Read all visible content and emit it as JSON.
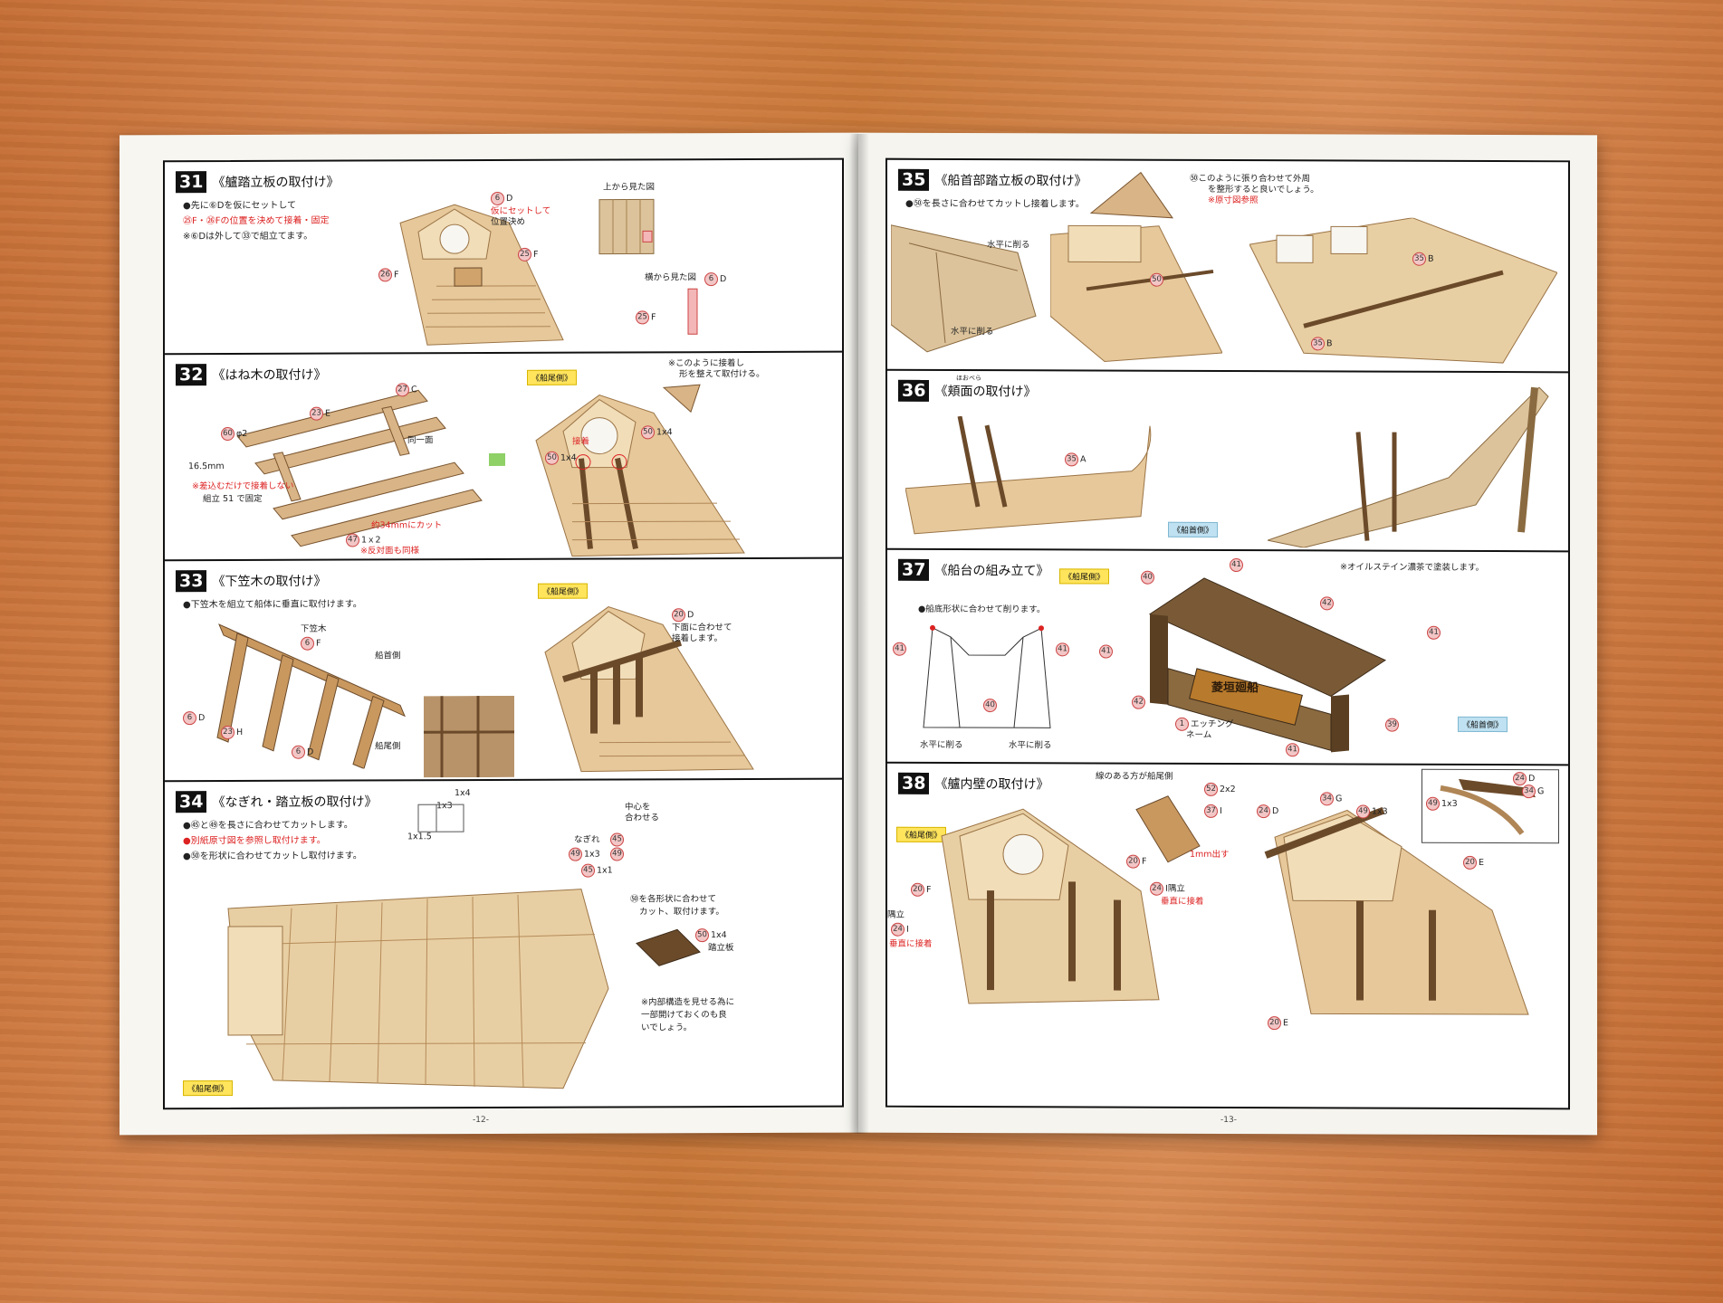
{
  "left_page": {
    "page_number": "-12-",
    "s31": {
      "num": "31",
      "title": "《艫踏立板の取付け》",
      "notes": [
        "●先に⑥Dを仮にセットして",
        "㉕F・㉖Fの位置を決めて接着・固定",
        "※⑥Dは外して㉝で組立てます。"
      ],
      "tags": {
        "top_view": "上から見た図",
        "side_view": "横から見た図",
        "p6d": "6",
        "p6d_s": "D",
        "tmp_set": "仮にセットして",
        "pos": "位置決め",
        "p25f": "25",
        "p25f_s": "F",
        "p26f": "26",
        "p26f_s": "F",
        "p6d2": "6",
        "p6d2_s": "D",
        "p25f2": "25",
        "p25f2_s": "F"
      }
    },
    "s32": {
      "num": "32",
      "title": "《はね木の取付け》",
      "tags": {
        "p27c": "27",
        "p27c_s": "C",
        "p23e": "23",
        "p23e_s": "E",
        "p60": "60",
        "p60_s": "φ2",
        "same": "同一面",
        "dim": "16.5mm",
        "warn1": "※差込むだけで接着しない",
        "warn2": "組立 51 で固定",
        "cut": "約34mmにカット",
        "p47": "47",
        "p47_s": "1ｘ2",
        "rev": "※反対面も同様",
        "stern": "《船尾側》",
        "bond": "接着",
        "p50a": "50",
        "p50a_s": "1x4",
        "p50b": "50",
        "p50b_s": "1x4",
        "shape1": "※このように接着し",
        "shape2": "形を整えて取付ける。"
      }
    },
    "s33": {
      "num": "33",
      "title": "《下笠木の取付け》",
      "notes": [
        "●下笠木を組立て船体に垂直に取付けます。"
      ],
      "tags": {
        "kasagi": "下笠木",
        "p6f": "6",
        "p6f_s": "F",
        "bow": "船首側",
        "stern_side": "船尾側",
        "p6d": "6",
        "p6d_s": "D",
        "p23h": "23",
        "p23h_s": "H",
        "p6d2": "6",
        "p6d2_s": "D",
        "stern": "《船尾側》",
        "p20d": "20",
        "p20d_s": "D",
        "fit1": "下面に合わせて",
        "fit2": "接着します。"
      }
    },
    "s34": {
      "num": "34",
      "title": "《なぎれ・踏立板の取付け》",
      "notes": [
        "●㊺と㊾を長さに合わせてカットします。",
        "●別紙原寸図を参照し取付けます。",
        "●㊿を形状に合わせてカットし取付けます。"
      ],
      "tags": {
        "x14": "1x4",
        "x13": "1x3",
        "x115": "1x1.5",
        "center1": "中心を",
        "center2": "合わせる",
        "p45": "45",
        "p49": "49",
        "nagire": "なぎれ",
        "p49b": "49",
        "p49b_s": "1x3",
        "p45b": "45",
        "p45b_s": "1x1",
        "cut1": "㊿を各形状に合わせて",
        "cut2": "カット、取付けます。",
        "p50": "50",
        "p50_s": "1x4",
        "board": "踏立板",
        "open1": "※内部構造を見せる為に",
        "open2": "一部開けておくのも良",
        "open3": "いでしょう。",
        "stern": "《船尾側》"
      }
    }
  },
  "right_page": {
    "page_number": "-13-",
    "s35": {
      "num": "35",
      "title": "《船首部踏立板の取付け》",
      "notes": [
        "●㊿を長さに合わせてカットし接着します。"
      ],
      "tags": {
        "tip1": "㊿このように張り合わせて外周",
        "tip2": "を整形すると良いでしょう。",
        "tip3": "※原寸図参照",
        "horiz1": "水平に削る",
        "horiz2": "水平に削る",
        "p50": "50",
        "p35a": "35",
        "p35a_s": "B",
        "p35b": "35",
        "p35b_s": "B"
      }
    },
    "s36": {
      "num": "36",
      "title": "《頬面の取付け》",
      "ruby": "ほおべら",
      "tags": {
        "p35": "35",
        "p35_s": "A",
        "bow": "《船首側》"
      }
    },
    "s37": {
      "num": "37",
      "title": "《船台の組み立て》",
      "tags": {
        "oil": "※オイルステイン濃茶で塗装します。",
        "stern": "《船尾側》",
        "cut": "●船底形状に合わせて削ります。",
        "p41a": "41",
        "p41b": "41",
        "p41c": "41",
        "p41d": "41",
        "p41e": "41",
        "p41f": "41",
        "p40a": "40",
        "p40b": "40",
        "p42a": "42",
        "p42b": "42",
        "p39": "39",
        "p1": "1",
        "etch1": "エッチング",
        "etch2": "ネーム",
        "bow": "《船首側》",
        "h1": "水平に削る",
        "h2": "水平に削る",
        "plate": "菱垣廻船"
      }
    },
    "s38": {
      "num": "38",
      "title": "《艫内壁の取付け》",
      "tags": {
        "line_side": "線のある方が船尾側",
        "p52": "52",
        "p52_s": "2x2",
        "p37": "37",
        "p37_s": "I",
        "out": "1mm出す",
        "p20f": "20",
        "p20f_s": "F",
        "p24i": "24",
        "p24i_s": "I",
        "sumi": "隅立",
        "vert": "垂直に接着",
        "p20f2": "20",
        "p20f2_s": "F",
        "sumi2": "隅立",
        "p24i2": "24",
        "p24i2_s": "I",
        "vert2": "垂直に接着",
        "stern": "《船尾側》",
        "p24d": "24",
        "p24d_s": "D",
        "p34g": "34",
        "p34g_s": "G",
        "p49": "49",
        "p49_s": "1x3",
        "p20e": "20",
        "p20e_s": "E",
        "p20e2": "20",
        "p20e2_s": "E",
        "p24d2": "24",
        "p24d2_s": "D",
        "p34g2": "34",
        "p34g2_s": "G",
        "p49b": "49",
        "p49b_s": "1x3"
      }
    }
  },
  "colors": {
    "table": "#c8753a",
    "paper": "#f7f6f1",
    "wood_light": "#e8cfa3",
    "wood_mid": "#cfa36b",
    "wood_dark": "#6b4a2a",
    "accent_red": "#d22222",
    "label_yellow": "#ffe45c",
    "label_blue": "#bfe1f1"
  }
}
